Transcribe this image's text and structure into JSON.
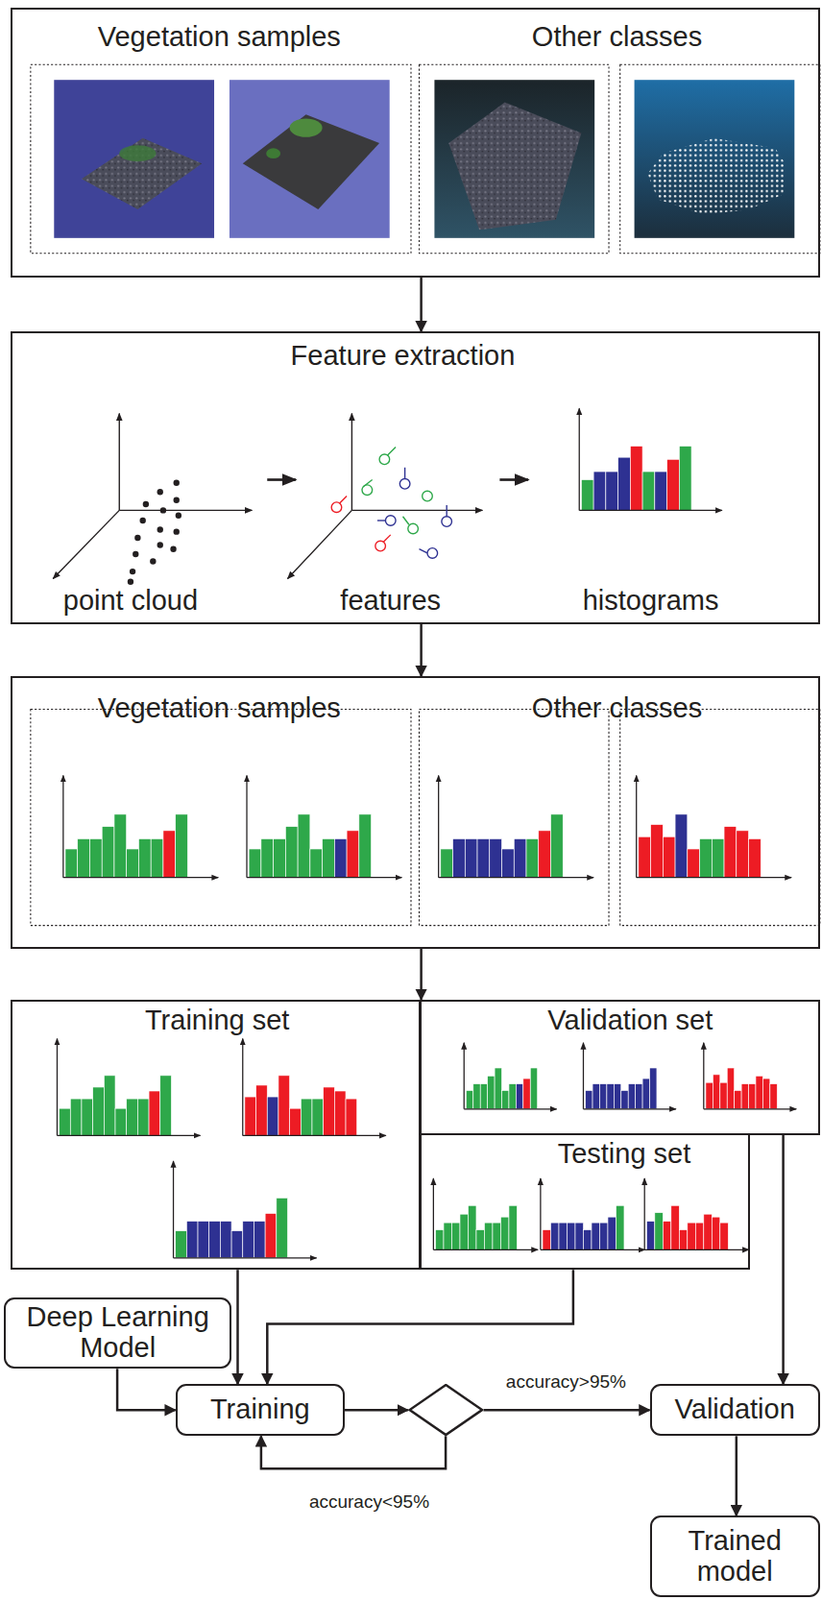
{
  "diagram": {
    "nodes": [
      {
        "text": [
          "Vegetation samples",
          "Other classes"
        ]
      },
      {
        "text": [
          "Feature extraction",
          "point cloud",
          "features",
          "histograms"
        ]
      },
      {
        "text": [
          "Vegetation samples",
          "Other classes"
        ]
      },
      {
        "text": [
          "Training set"
        ]
      },
      {
        "text": [
          "Validation set"
        ]
      },
      {
        "text": [
          "Testing set"
        ]
      },
      {
        "text": [
          "Deep Learning Model"
        ]
      },
      {
        "text": [
          "Training"
        ]
      },
      {
        "text": []
      },
      {
        "text": [
          "Validation"
        ]
      },
      {
        "text": [
          "Trained model"
        ]
      }
    ],
    "edges": [
      {
        "from": 0,
        "to": 1,
        "arrow": "to"
      },
      {
        "from": 1,
        "to": 2,
        "arrow": "to"
      },
      {
        "from": 2,
        "to": 3,
        "arrow": "to"
      },
      {
        "from": 3,
        "to": 7,
        "arrow": "to"
      },
      {
        "from": 5,
        "to": 7,
        "arrow": "to"
      },
      {
        "from": 4,
        "to": 9,
        "arrow": "to"
      },
      {
        "from": 6,
        "to": 7,
        "arrow": "to"
      },
      {
        "from": 7,
        "to": 8,
        "arrow": "to"
      },
      {
        "from": 8,
        "to": 9,
        "label": "accuracy>95%",
        "arrow": "to"
      },
      {
        "from": 8,
        "to": 7,
        "label": "accuracy<95%",
        "arrow": "to"
      },
      {
        "from": 9,
        "to": 10,
        "arrow": "to"
      }
    ]
  }
}
